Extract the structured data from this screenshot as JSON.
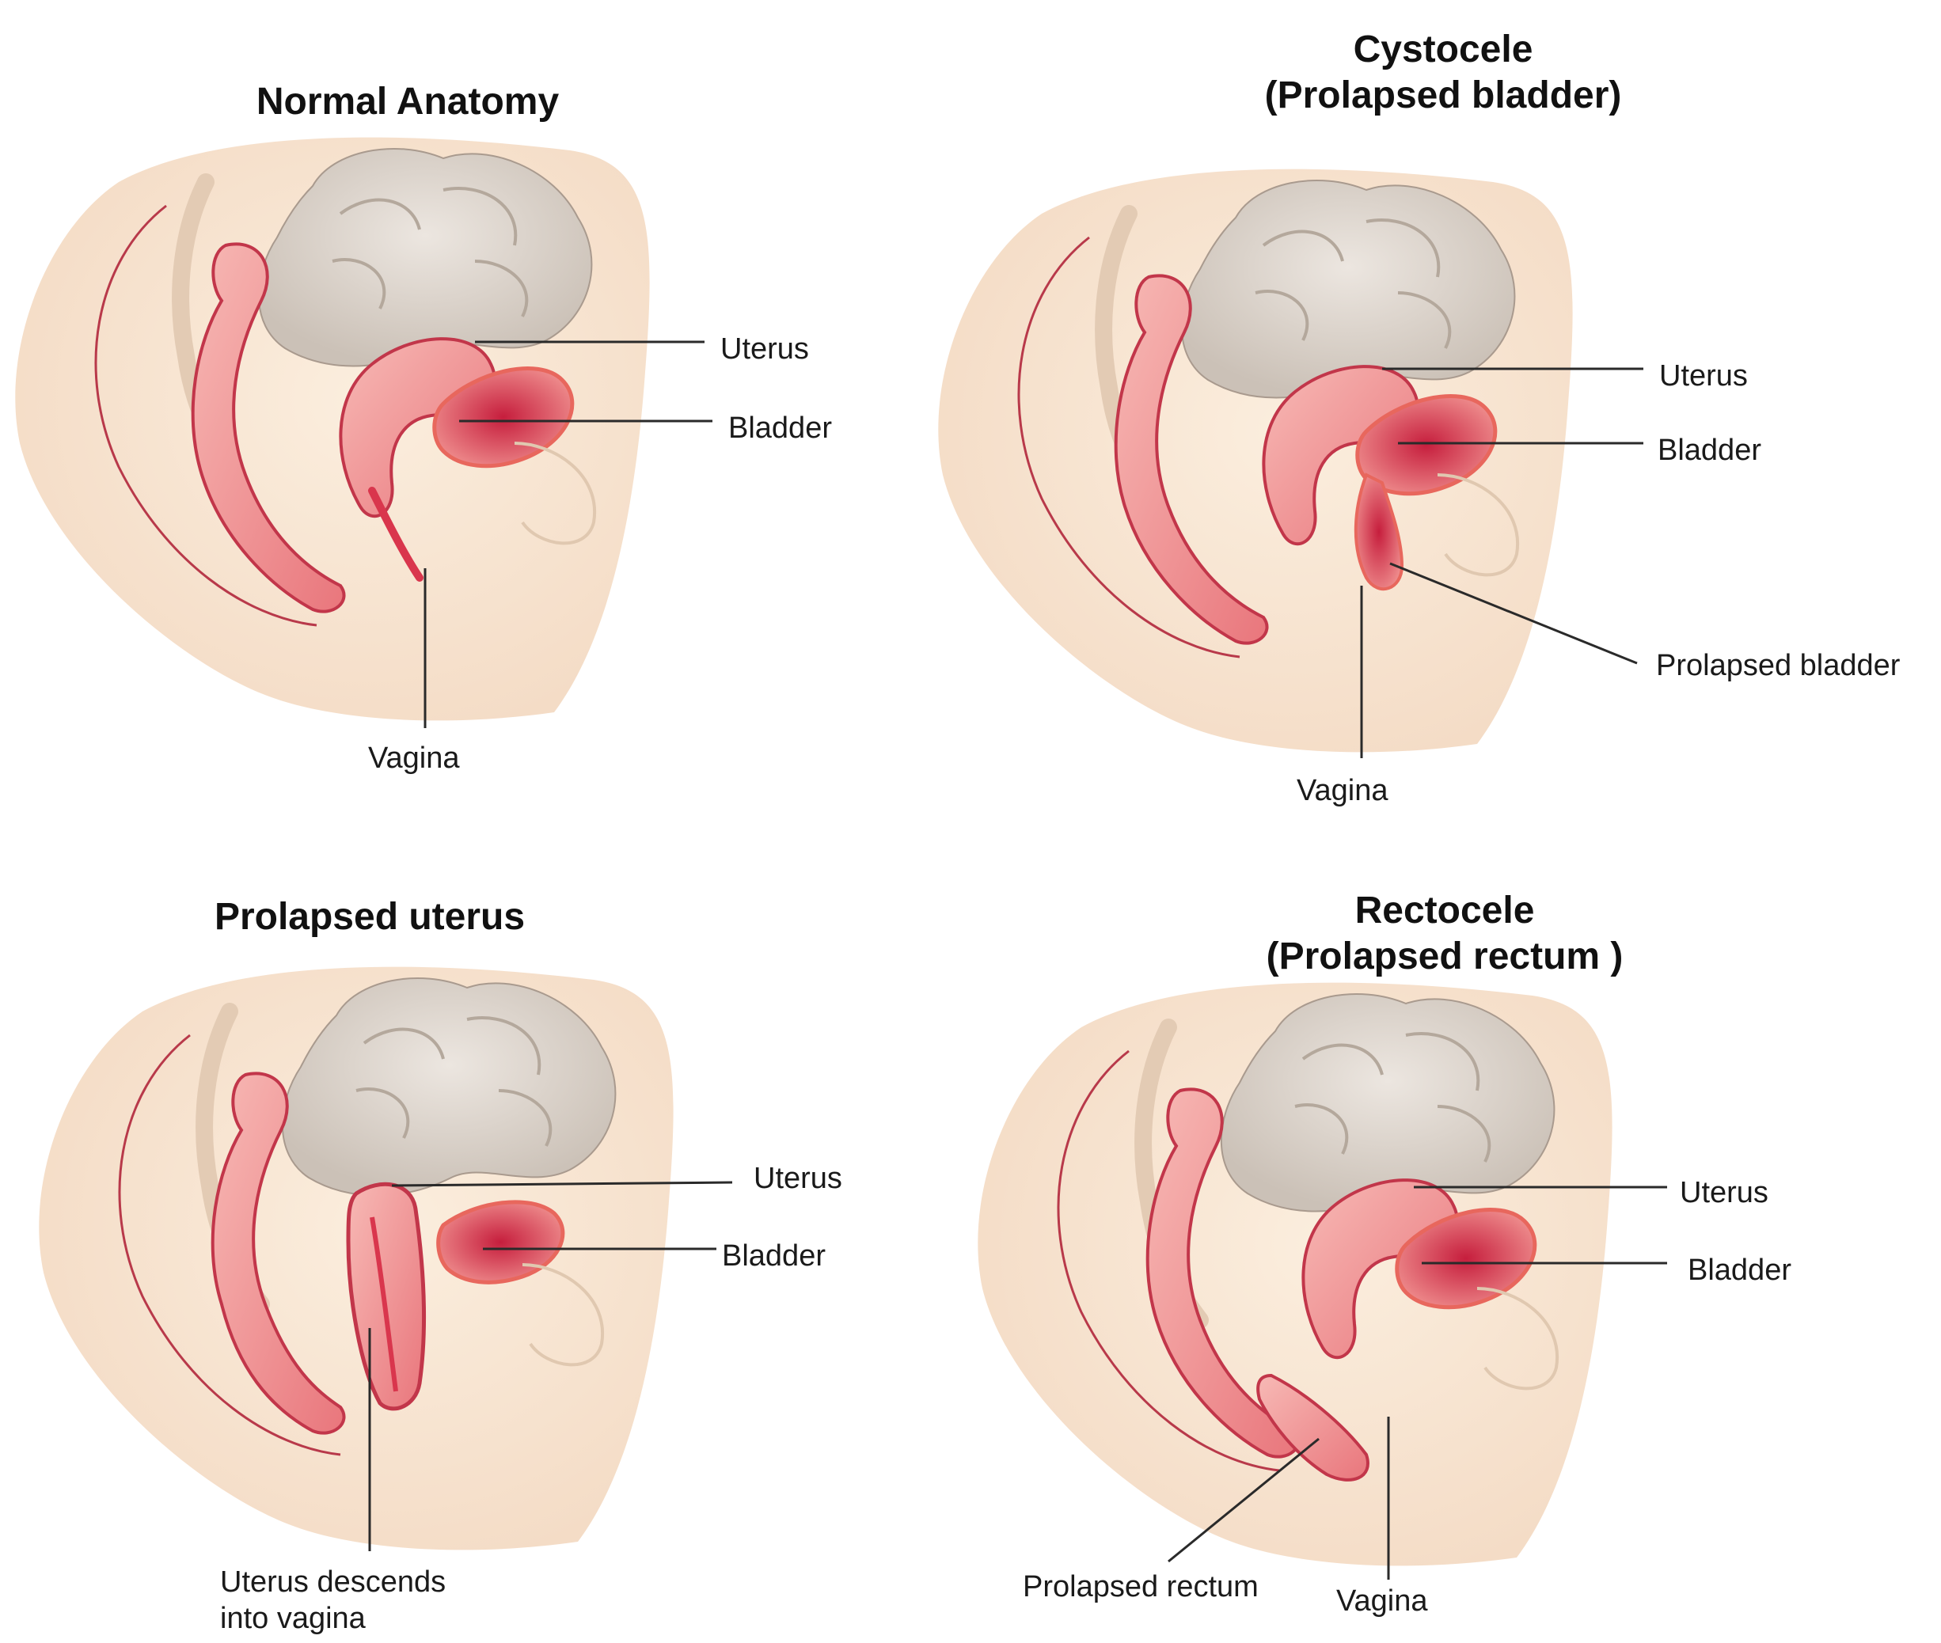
{
  "colors": {
    "skin": "#f8e6d4",
    "skin_edge": "#b8394a",
    "intestine": "#dcd3ca",
    "organ": "#f4a3a3",
    "organ_dark": "#d9364d",
    "leader_line": "#2a2a2a"
  },
  "panels": [
    {
      "id": "normal",
      "title": [
        "Normal Anatomy"
      ],
      "labels": {
        "uterus": "Uterus",
        "bladder": "Bladder",
        "vagina": "Vagina"
      }
    },
    {
      "id": "cystocele",
      "title": [
        "Cystocele",
        "(Prolapsed bladder)"
      ],
      "labels": {
        "uterus": "Uterus",
        "bladder": "Bladder",
        "prolapsed_bladder": "Prolapsed bladder",
        "vagina": "Vagina"
      }
    },
    {
      "id": "uterine",
      "title": [
        "Prolapsed uterus"
      ],
      "labels": {
        "uterus": "Uterus",
        "bladder": "Bladder",
        "descends_1": "Uterus descends",
        "descends_2": "into vagina"
      }
    },
    {
      "id": "rectocele",
      "title": [
        "Rectocele",
        "(Prolapsed rectum )"
      ],
      "labels": {
        "uterus": "Uterus",
        "bladder": "Bladder",
        "prolapsed_rectum": "Prolapsed rectum",
        "vagina": "Vagina"
      }
    }
  ]
}
